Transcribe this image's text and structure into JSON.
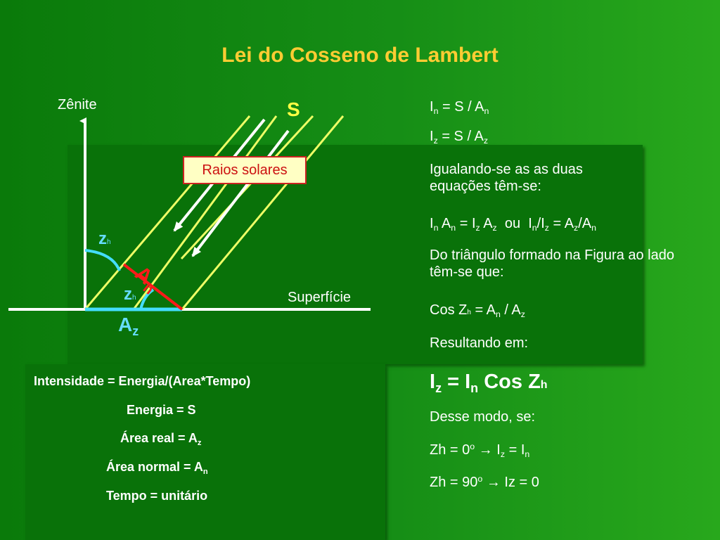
{
  "title": "Lei do Cosseno de Lambert",
  "diagram": {
    "zenite": "Zênite",
    "s": "S",
    "raios": "Raios solares",
    "superficie": "Superfície",
    "zh_main": "z",
    "zh_sub": "h",
    "az_main": "A",
    "az_sub": "z",
    "an_main": "A",
    "an_sub": "n"
  },
  "right": {
    "l1": {
      "a": "I",
      "b": "n",
      "c": " = S / A",
      "d": "n"
    },
    "l2": {
      "a": "I",
      "b": "z",
      "c": " = S / A",
      "d": "z"
    },
    "l3": "Igualando-se as as duas equações têm-se:",
    "l4": {
      "a": "I",
      "b": "n",
      "c": " A",
      "d": "n",
      "e": " = I",
      "f": "z",
      "g": " A",
      "h": "z",
      "i": "  ou  I",
      "j": "n",
      "k": "/I",
      "l": "z",
      "m": " = A",
      "n": "z",
      "o": "/A",
      "p": "n"
    },
    "l5": "Do triângulo formado na Figura ao lado têm-se que:",
    "l6": {
      "a": "Cos Z",
      "b": "h",
      "c": " = A",
      "d": "n",
      "e": " / A",
      "f": "z"
    },
    "l7": "Resultando em:",
    "l8": {
      "a": "I",
      "b": "z",
      "c": " = I",
      "d": "n",
      "e": " Cos Z",
      "f": "h"
    },
    "l9": "Desse modo, se:",
    "l10": {
      "a": "Zh = 0",
      "b": "o",
      "c": " → I",
      "d": "z",
      "e": " = I",
      "f": "n"
    },
    "l11": {
      "a": "Zh = 90",
      "b": "o",
      "c": " → Iz = 0"
    }
  },
  "left": {
    "l1": "Intensidade = Energia/(Area*Tempo)",
    "l2": "Energia = S",
    "l3": {
      "a": "Área real = A",
      "b": "z"
    },
    "l4": {
      "a": "Área normal = A",
      "b": "n"
    },
    "l5": "Tempo = unitário"
  }
}
